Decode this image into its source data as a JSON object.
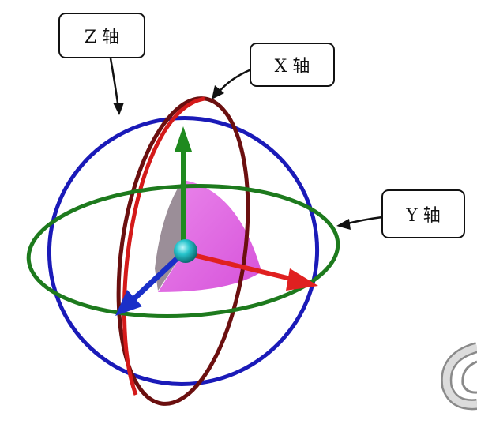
{
  "labels": {
    "z_axis": "Z 轴",
    "x_axis": "X 轴",
    "y_axis": "Y 轴"
  },
  "icons": {
    "rotation_gizmo": "rotate-triad-icon",
    "partial_shape": "ring-fragment-icon"
  },
  "colors": {
    "z_ring": "#1a1ab8",
    "x_ring": "#d41a1a",
    "x_ring_back": "#6b0f0f",
    "y_ring": "#1d7a1d",
    "x_arrow": "#e02020",
    "y_arrow": "#1f8a1f",
    "z_arrow": "#1a2fc8",
    "center_ball": "#27c4cc",
    "sector_fill": "#d23fd6",
    "sector_shadow": "#8a7a86"
  }
}
